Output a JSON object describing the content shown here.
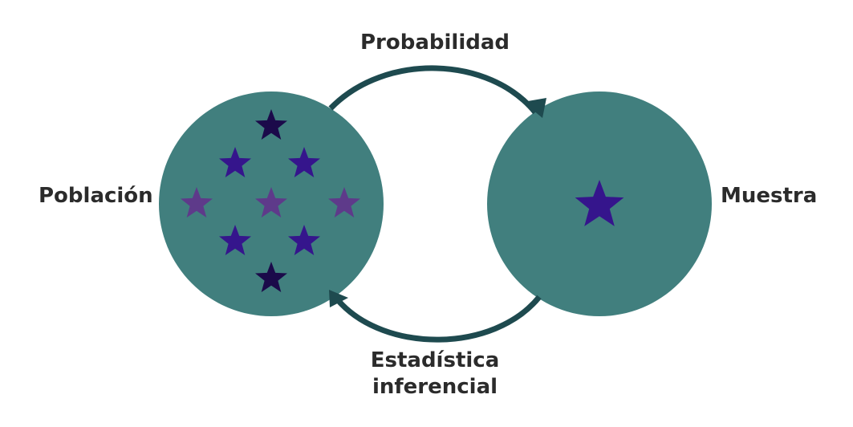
{
  "labels": {
    "top_arrow": "Probabilidad",
    "bottom_arrow_line1": "Estadística",
    "bottom_arrow_line2": "inferencial",
    "left_circle": "Población",
    "right_circle": "Muestra"
  },
  "colors": {
    "circle_fill": "#417f7e",
    "arrow": "#1e4a4f",
    "star_dark": "#1b0a4a",
    "star_mid": "#35158c",
    "star_light": "#5e3a8a",
    "text": "#2b2b2b"
  },
  "icons": {
    "population_stars": [
      "star-icon"
    ],
    "sample_star": "star-icon"
  }
}
